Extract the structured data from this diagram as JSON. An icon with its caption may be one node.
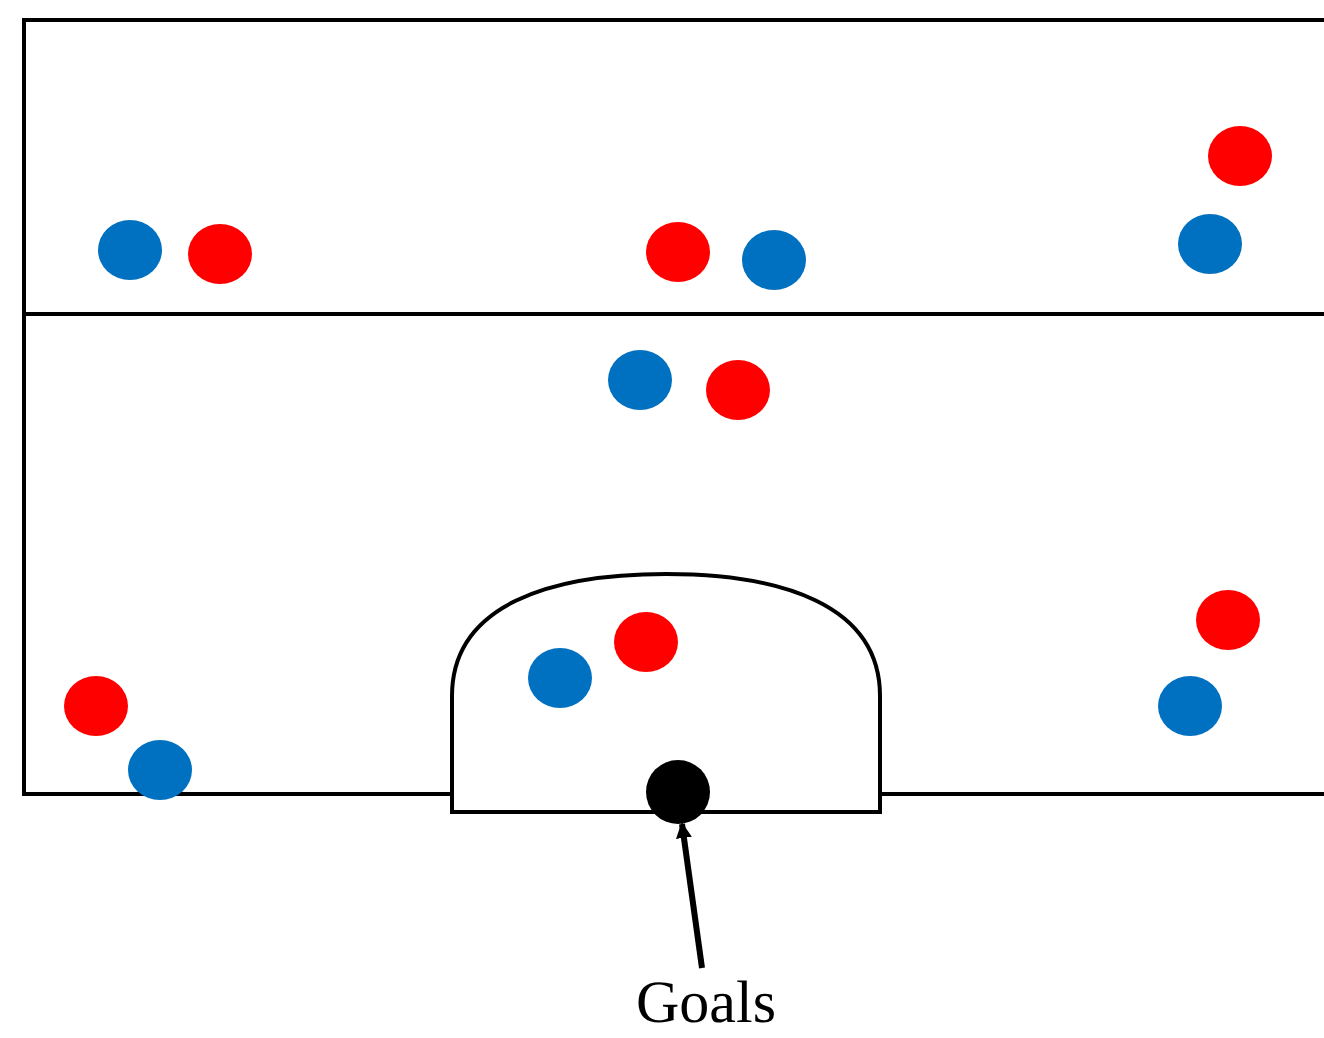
{
  "diagram": {
    "nodes": [
      {
        "text": [
          "Goals"
        ]
      },
      {
        "text": [],
        "shape": "circle"
      }
    ],
    "edges": [
      {
        "from": 0,
        "to": 1,
        "arrow": "to"
      }
    ]
  }
}
